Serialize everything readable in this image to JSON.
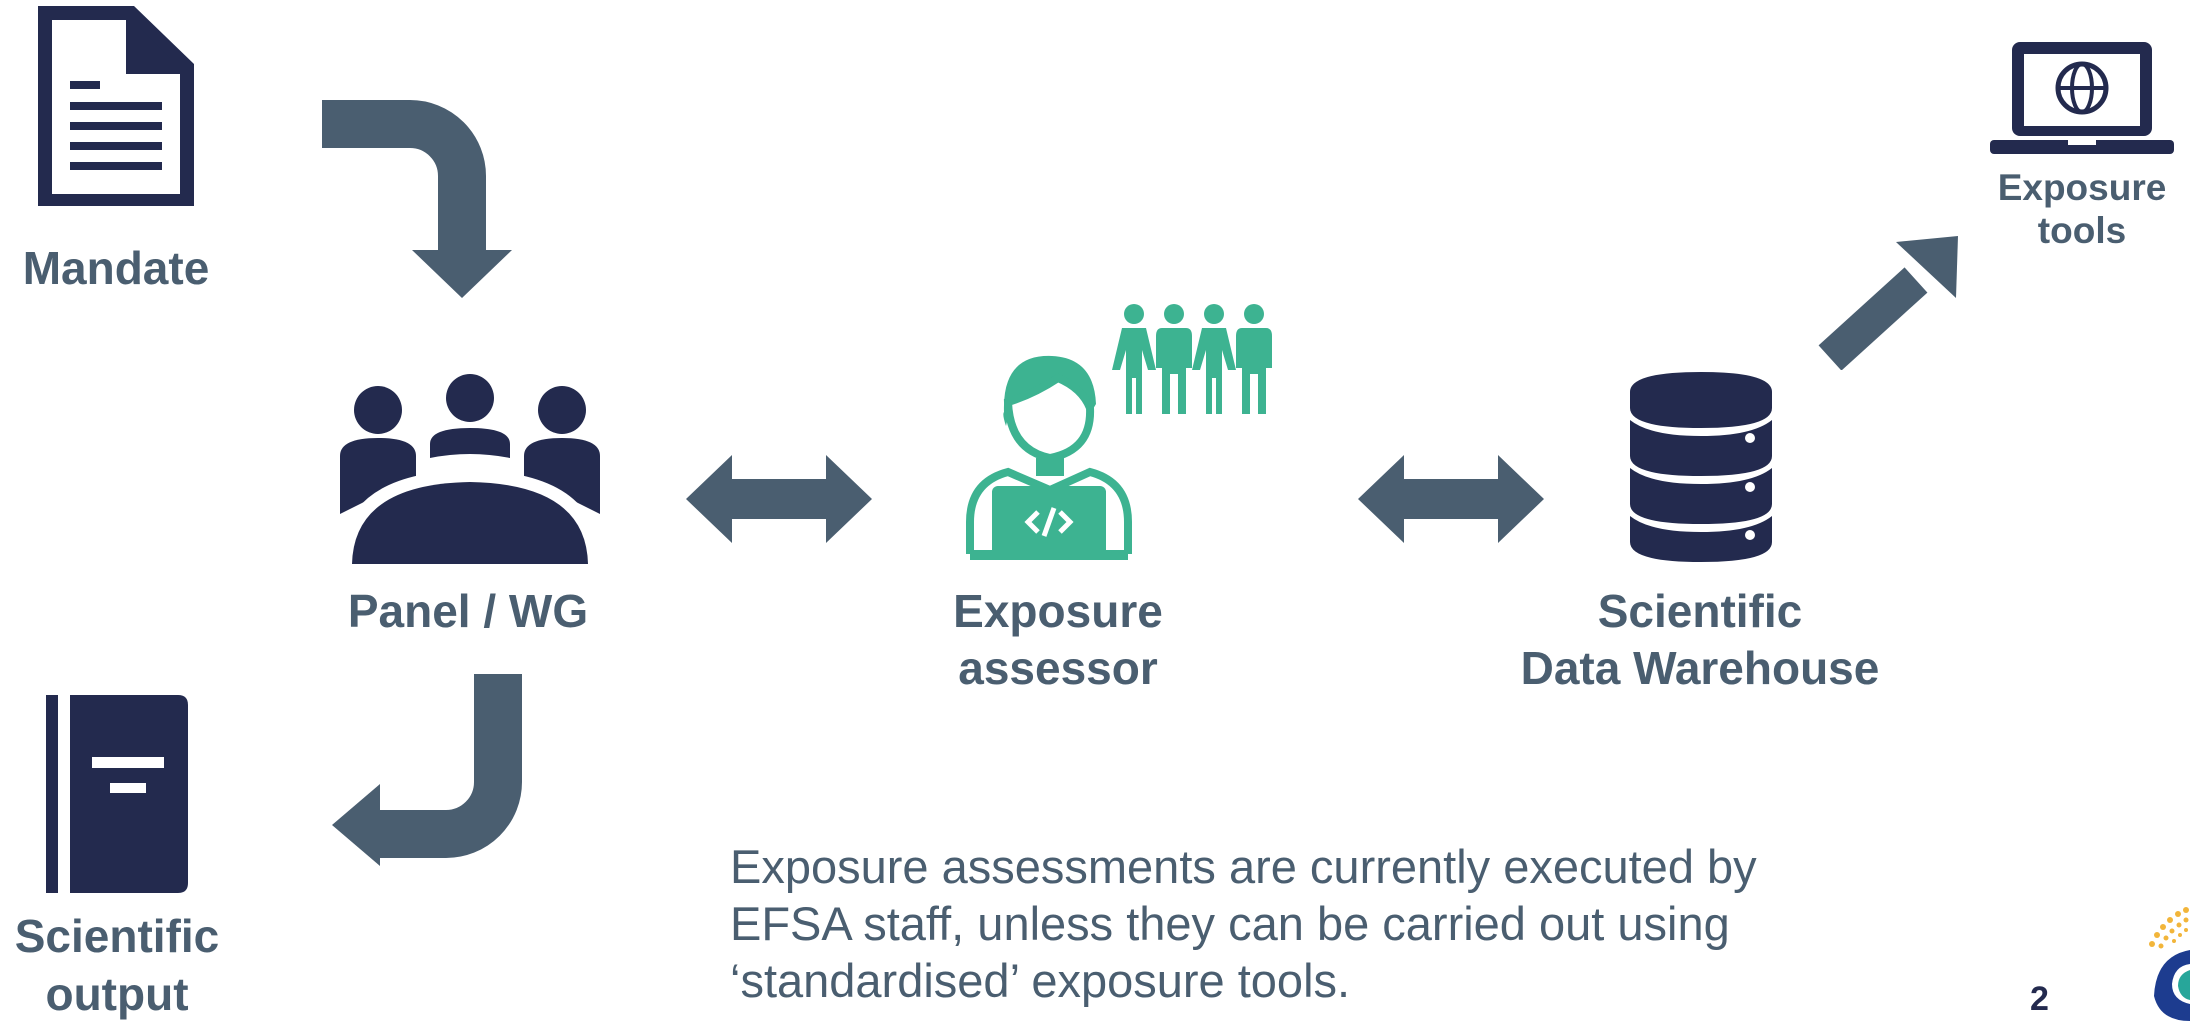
{
  "nodes": {
    "mandate": "Mandate",
    "panel": "Panel / WG",
    "assessor_line1": "Exposure",
    "assessor_line2": "assessor",
    "warehouse_line1": "Scientific",
    "warehouse_line2": "Data Warehouse",
    "tools_line1": "Exposure",
    "tools_line2": "tools",
    "output_line1": "Scientific",
    "output_line2": "output"
  },
  "description": {
    "line1": "Exposure assessments are currently executed by",
    "line2": "EFSA staff, unless they can be carried out using",
    "line3": "‘standardised’ exposure tools."
  },
  "page_number": "2",
  "colors": {
    "navy": "#232a4e",
    "slate": "#4a5e70",
    "green": "#3db391",
    "logo_blue": "#1d3c8f",
    "logo_teal": "#27a69a",
    "logo_yellow": "#f2b53a"
  },
  "icons": [
    "document-icon",
    "meeting-group-icon",
    "developer-icon",
    "people-group-icon",
    "database-icon",
    "laptop-globe-icon",
    "book-icon",
    "efsa-logo"
  ]
}
